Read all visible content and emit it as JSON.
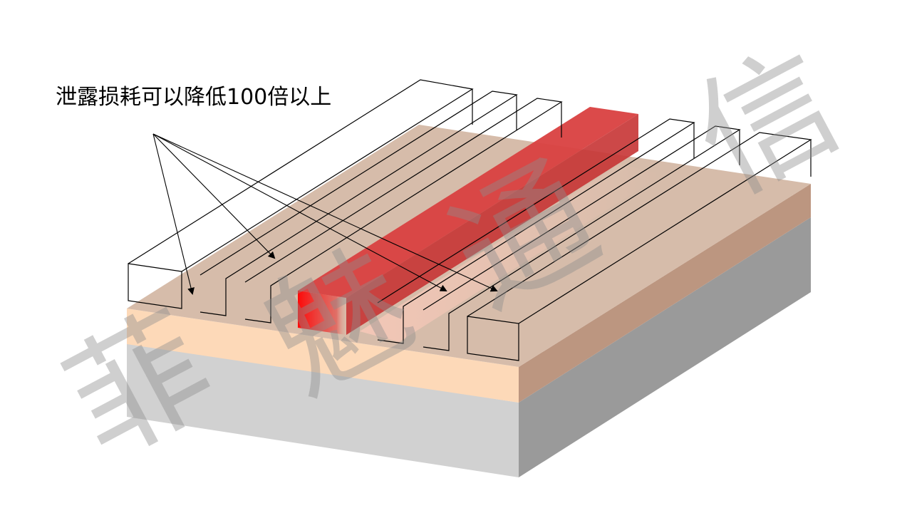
{
  "caption": "泄露损耗可以降低100倍以上",
  "watermark": {
    "chars": [
      "菲",
      "魅",
      "通",
      "信"
    ]
  },
  "colors": {
    "substrate_front": "#d1d1d1",
    "substrate_side": "#9a9a9a",
    "cladding_front": "#fdd9b8",
    "cladding_side": "#bc9680",
    "cladding_top": "#d6bcaa",
    "core": "#e23a3a",
    "core_front": "#ff0000",
    "outline": "#000000"
  }
}
